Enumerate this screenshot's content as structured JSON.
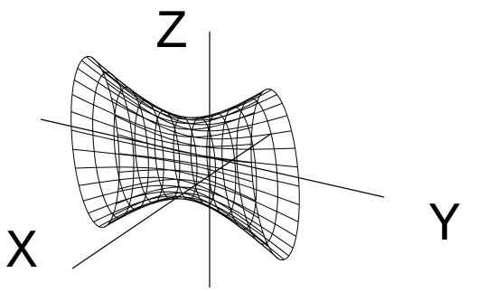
{
  "axes": {
    "z_label": "Z",
    "y_label": "Y",
    "x_label": "X"
  },
  "surface": {
    "shape": "hyperboloid of one sheet",
    "style": "wireframe",
    "line_color": "#000000",
    "background": "#ffffff",
    "meridian_count": 28,
    "ring_count": 11
  }
}
